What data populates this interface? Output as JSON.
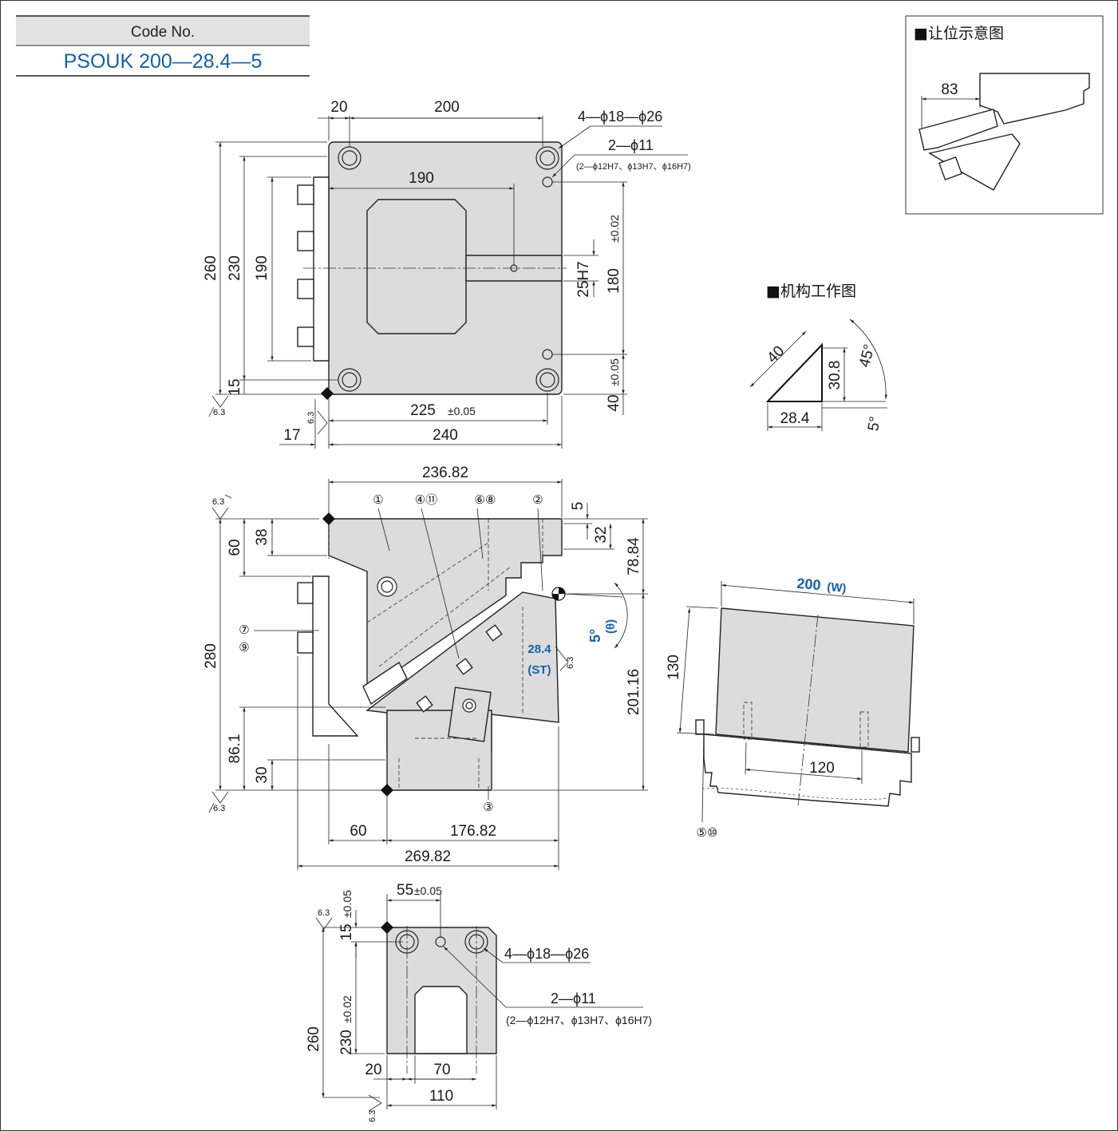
{
  "code": {
    "label": "Code No.",
    "value": "PSOUK 200—28.4—5"
  },
  "relief_diagram": {
    "title": "■让位示意图",
    "dim": "83"
  },
  "mechanism_diagram": {
    "title": "■机构工作图",
    "dims": {
      "hyp": "40",
      "height": "30.8",
      "base": "28.4",
      "angle": "45°",
      "tilt": "5°"
    }
  },
  "top_view": {
    "dims": {
      "d20": "20",
      "d200": "200",
      "d190": "190",
      "d260": "260",
      "d230": "230",
      "d190v": "190",
      "d15": "15",
      "d225": "225",
      "d225_tol": "±0.05",
      "d240": "240",
      "d17": "17",
      "d25h7": "25H7",
      "d180": "180",
      "d180_tol": "±0.02",
      "d40": "40",
      "d40_tol": "±0.05"
    },
    "notes": {
      "holes1": "4—ϕ18—ϕ26",
      "holes2": "2—ϕ11",
      "holes2_sub": "(2—ϕ12H7、ϕ13H7、ϕ16H7)"
    }
  },
  "front_view": {
    "dims": {
      "d236": "236.82",
      "d5": "5",
      "d32": "32",
      "d78": "78.84",
      "d60": "60",
      "d38": "38",
      "d280": "280",
      "d86": "86.1",
      "d30": "30",
      "d201": "201.16",
      "d60h": "60",
      "d176": "176.82",
      "d269": "269.82"
    },
    "callouts": {
      "c1": "①",
      "c411": "④⑪",
      "c68": "⑥⑧",
      "c2": "②",
      "c7": "⑦",
      "c9": "⑨",
      "c3": "③"
    },
    "stroke": "28.4",
    "stroke_label": "(ST)",
    "angle": "5°",
    "angle_label": "(θ)"
  },
  "side_view": {
    "width_value": "200",
    "width_label": "(W)",
    "dims": {
      "d130": "130",
      "d120": "120"
    },
    "callout": "⑤⑩"
  },
  "bottom_view": {
    "dims": {
      "d55": "55",
      "d55_tol": "±0.05",
      "d15": "15",
      "d15_tol": "±0.05",
      "d260": "260",
      "d230": "230",
      "d230_tol": "±0.02",
      "d20": "20",
      "d70": "70",
      "d110": "110"
    },
    "notes": {
      "holes1": "4—ϕ18—ϕ26",
      "holes2": "2—ϕ11",
      "holes2_sub": "(2—ϕ12H7、ϕ13H7、ϕ16H7)"
    }
  },
  "roughness": "6.3",
  "colors": {
    "accent": "#1560a8",
    "part_fill": "#dcdcdc",
    "line": "#222222"
  }
}
